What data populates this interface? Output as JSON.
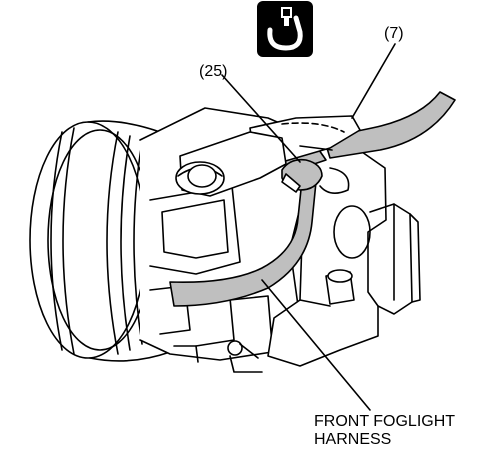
{
  "callouts": {
    "part_25": "(25)",
    "part_7": "(7)"
  },
  "harness_label": {
    "line1": "FRONT FOGLIGHT",
    "line2": "HARNESS"
  },
  "icons": {
    "tool_symbol": "cable-tie-icon"
  },
  "colors": {
    "line": "#000000",
    "harness_fill": "#bfbfbf",
    "background": "#ffffff",
    "icon_bg": "#000000"
  }
}
